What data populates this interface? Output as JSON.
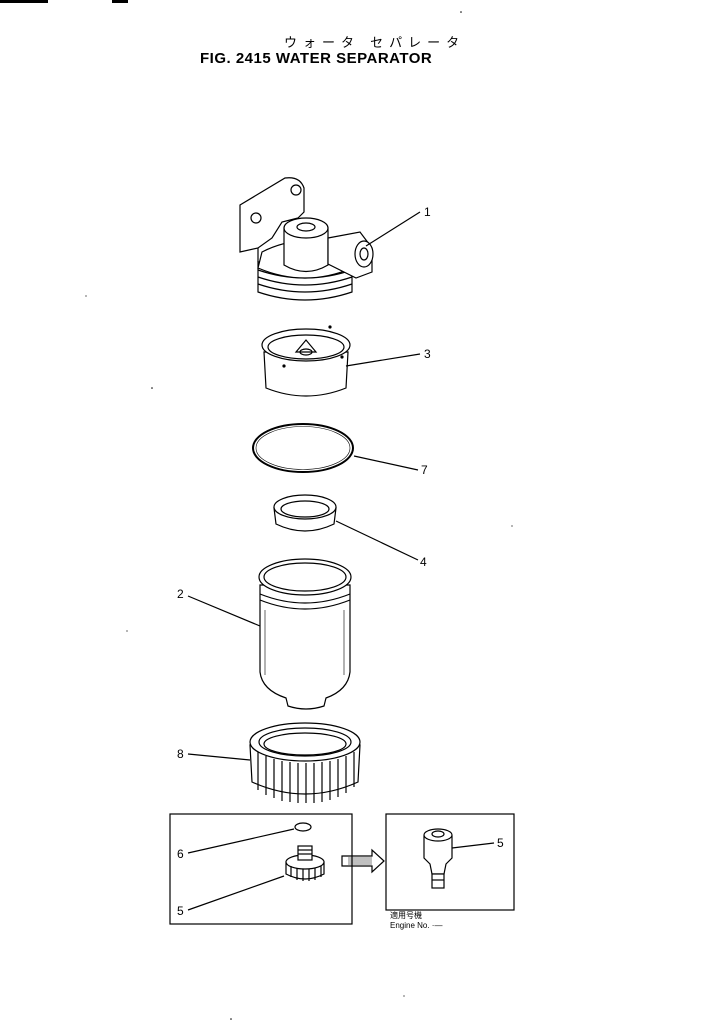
{
  "figure": {
    "title_jp": "ウォータ セパレータ",
    "title_en": "FIG. 2415  WATER SEPARATOR"
  },
  "callouts": {
    "c1": "1",
    "c3": "3",
    "c7": "7",
    "c4": "4",
    "c2": "2",
    "c8": "8",
    "c6": "6",
    "c5a": "5",
    "c5b": "5"
  },
  "inset": {
    "applicable_jp": "適用号機",
    "engine_label": "Engine No.  ·—"
  }
}
